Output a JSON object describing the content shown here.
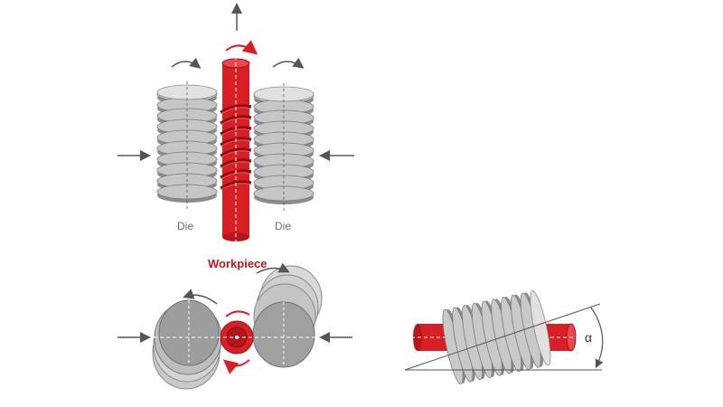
{
  "labels": {
    "die_left": "Die",
    "die_right": "Die",
    "workpiece": "Workpiece",
    "angle": "α"
  },
  "colors": {
    "workpiece_red": "#d81f26",
    "workpiece_dark": "#9e1217",
    "die_gray": "#a9a9a9",
    "die_light": "#d6d6d6",
    "die_dark": "#7a7a7a",
    "arrow": "#555555",
    "label_gray": "#6b6b6b"
  },
  "icons": {
    "up_arrow": "arrow-up-icon",
    "push_arrow": "arrow-right-icon",
    "rotation": "rotation-arrow-icon"
  }
}
